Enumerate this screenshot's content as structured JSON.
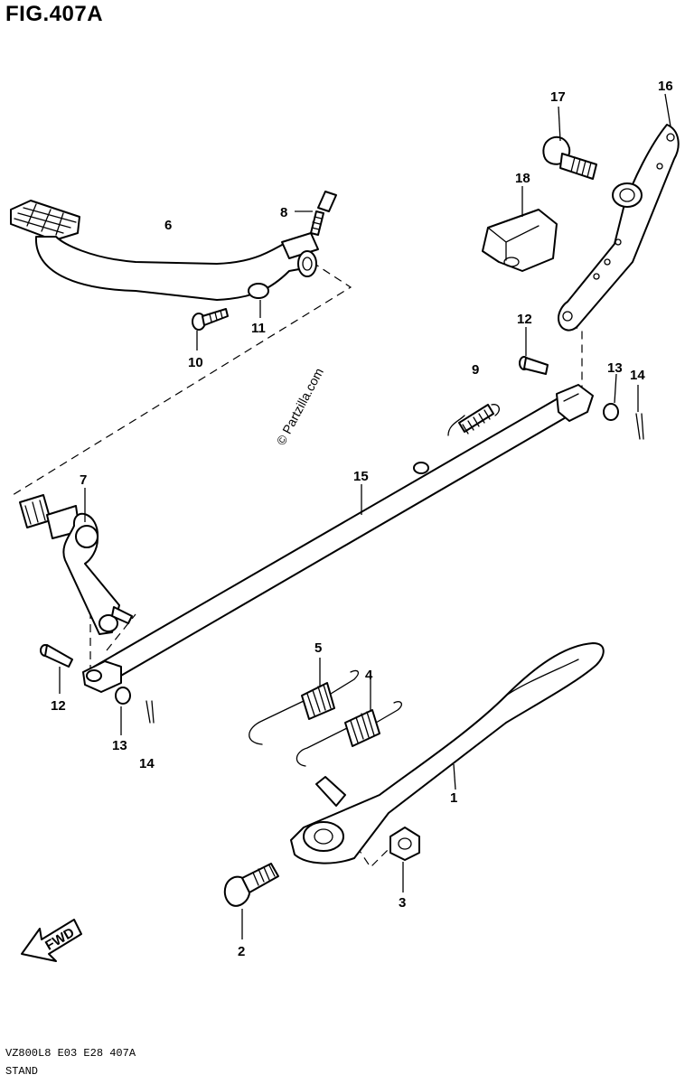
{
  "figure": {
    "title": "FIG.407A",
    "watermark": "© Partzilla.com",
    "fwd_label": "FWD"
  },
  "callouts": {
    "c1": "1",
    "c2": "2",
    "c3": "3",
    "c4": "4",
    "c5": "5",
    "c6": "6",
    "c7": "7",
    "c8": "8",
    "c9": "9",
    "c10": "10",
    "c11": "11",
    "c12_left": "12",
    "c12_right": "12",
    "c13_left": "13",
    "c13_right": "13",
    "c14_left": "14",
    "c14_right": "14",
    "c15": "15",
    "c16": "16",
    "c17": "17",
    "c18": "18"
  },
  "footer": {
    "code": "VZ800L8  E03  E28  407A",
    "name": "STAND"
  }
}
